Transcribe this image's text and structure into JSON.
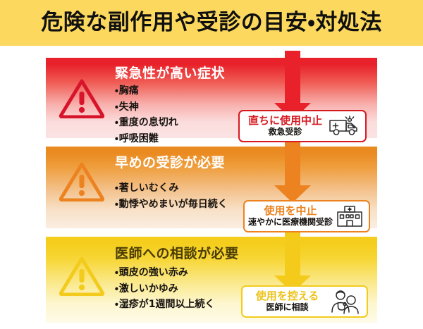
{
  "header": {
    "title": "危険な副作用や受診の目安・対処法",
    "background_color": "#fcd95e",
    "text_color": "#101010"
  },
  "sections": [
    {
      "id": "urgent",
      "heading": "緊急性が高い症状",
      "accent_color": "#e8212a",
      "warning_icon": "warning-triangle-icon",
      "symptoms": [
        "胸痛",
        "失神",
        "重度の息切れ",
        "呼吸困難"
      ],
      "arrow_icon": "arrow-down-icon",
      "action": {
        "main": "直ちに使用中止",
        "sub": "救急受診",
        "icon": "ambulance-icon",
        "border_color": "#d71920"
      }
    },
    {
      "id": "early-visit",
      "heading": "早めの受診が必要",
      "accent_color": "#ea8b21",
      "warning_icon": "warning-triangle-icon",
      "symptoms": [
        "著しいむくみ",
        "動悸やめまいが毎日続く"
      ],
      "arrow_icon": "arrow-down-icon",
      "action": {
        "main": "使用を中止",
        "sub": "速やかに医療機関受診",
        "icon": "hospital-icon",
        "border_color": "#ec8320"
      }
    },
    {
      "id": "consult-doctor",
      "heading": "医師への相談が必要",
      "accent_color": "#f5ce1d",
      "warning_icon": "warning-triangle-icon",
      "symptoms": [
        "頭皮の強い赤み",
        "激しいかゆみ",
        "湿疹が1週間以上続く"
      ],
      "arrow_icon": "arrow-down-icon",
      "action": {
        "main": "使用を控える",
        "sub": "医師に相談",
        "icon": "doctor-patient-icon",
        "border_color": "#f2cb1c"
      }
    }
  ]
}
